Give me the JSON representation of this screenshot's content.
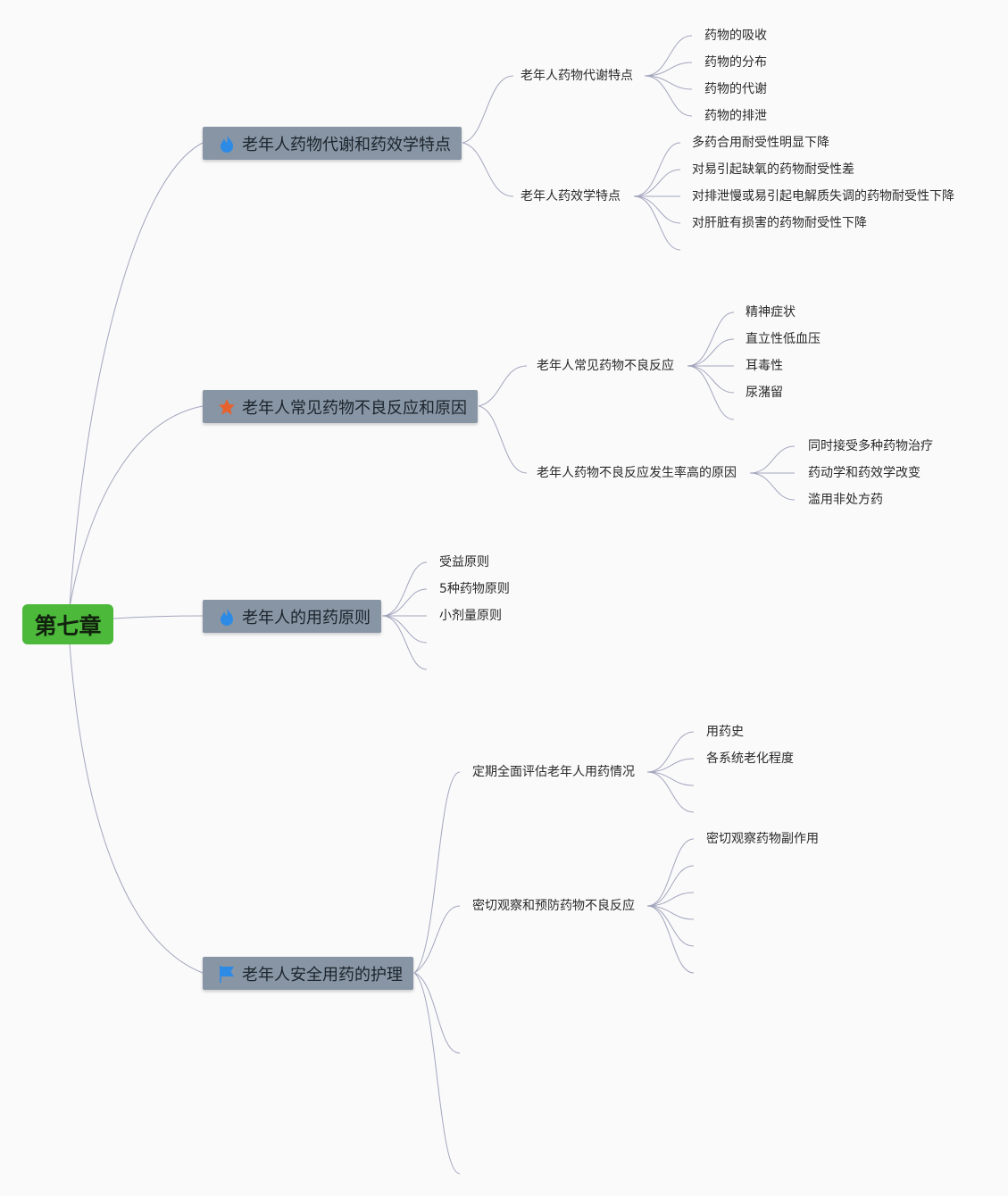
{
  "root": {
    "label": "第七章"
  },
  "branches": [
    {
      "label": "老年人药物代谢和药效学特点",
      "icon": "flame-icon",
      "icon_color": "#2d8be6",
      "subs": [
        {
          "label": "老年人药物代谢特点",
          "leaves": [
            "药物的吸收",
            "药物的分布",
            "药物的代谢",
            "药物的排泄"
          ]
        },
        {
          "label": "老年人药效学特点",
          "leaves": [
            "多药合用耐受性明显下降",
            "对易引起缺氧的药物耐受性差",
            "对排泄慢或易引起电解质失调的药物耐受性下降",
            "对肝脏有损害的药物耐受性下降"
          ]
        }
      ]
    },
    {
      "label": "老年人常见药物不良反应和原因",
      "icon": "star-icon",
      "icon_color": "#e8622d",
      "subs": [
        {
          "label": "老年人常见药物不良反应",
          "leaves": [
            "精神症状",
            "直立性低血压",
            "耳毒性",
            "尿潴留"
          ]
        },
        {
          "label": "老年人药物不良反应发生率高的原因",
          "leaves": [
            "同时接受多种药物治疗",
            "药动学和药效学改变",
            "滥用非处方药"
          ]
        }
      ]
    },
    {
      "label": "老年人的用药原则",
      "icon": "flame-icon",
      "icon_color": "#2d8be6",
      "leaves": [
        "受益原则",
        "5种药物原则",
        "小剂量原则"
      ]
    },
    {
      "label": "老年人安全用药的护理",
      "icon": "flag-icon",
      "icon_color": "#2d8be6",
      "subs": [
        {
          "label": "定期全面评估老年人用药情况",
          "leaves": [
            "用药史",
            "各系统老化程度"
          ]
        },
        {
          "label": "密切观察和预防药物不良反应",
          "leaves": [
            "密切观察药物副作用"
          ]
        }
      ]
    }
  ]
}
